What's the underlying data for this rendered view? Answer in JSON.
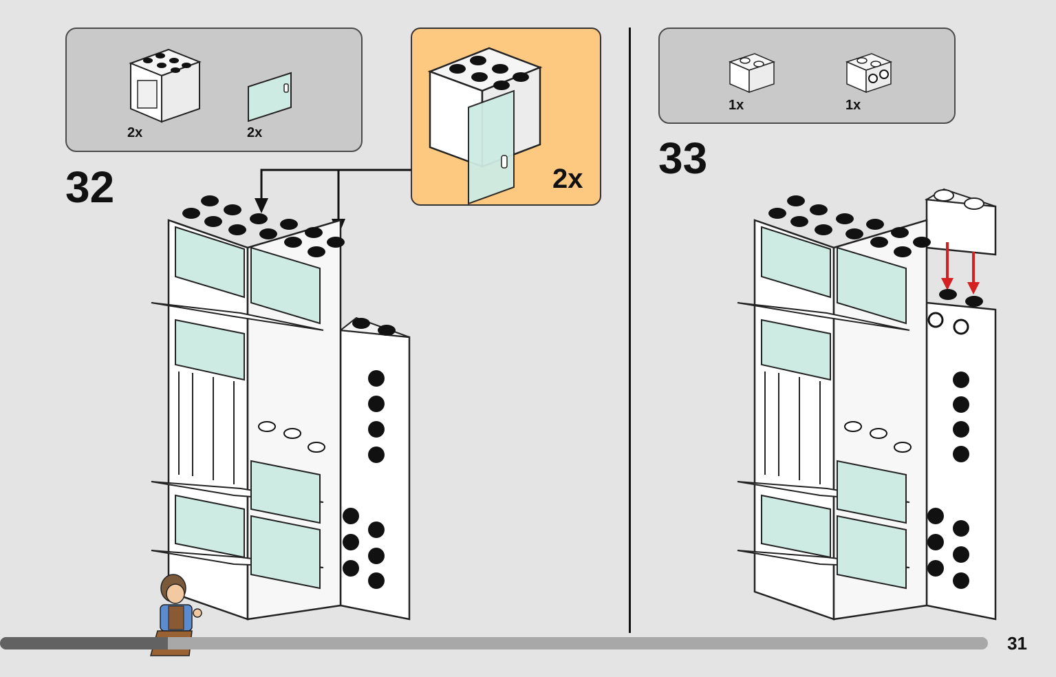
{
  "page": {
    "number": "31",
    "progress": 0.17
  },
  "step32": {
    "number": "32",
    "parts": [
      {
        "name": "white-2x2x2-cupboard",
        "qty": "2x"
      },
      {
        "name": "trans-light-blue-door",
        "qty": "2x"
      }
    ],
    "subassembly": {
      "qty": "2x",
      "background": "#fdc981"
    }
  },
  "step33": {
    "number": "33",
    "parts": [
      {
        "name": "white-brick-1x2",
        "qty": "1x"
      },
      {
        "name": "white-brick-1x2-studs-on-side",
        "qty": "1x"
      }
    ]
  },
  "colors": {
    "parts_panel": "#c9c9c9",
    "callout": "#fdc981",
    "arrow_red": "#d42020",
    "glass": "#cdebe3"
  }
}
